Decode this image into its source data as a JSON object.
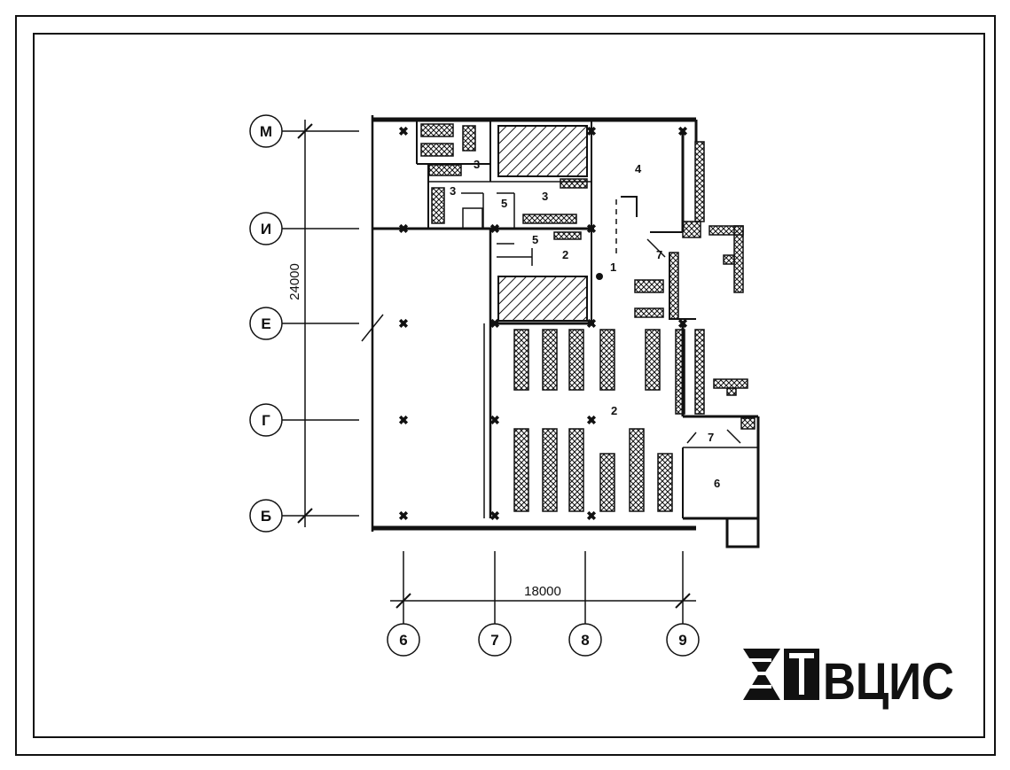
{
  "grid_axes": {
    "rows": [
      "М",
      "И",
      "Е",
      "Г",
      "Б"
    ],
    "columns": [
      "6",
      "7",
      "8",
      "9"
    ]
  },
  "dimensions": {
    "vertical": "24000",
    "horizontal": "18000"
  },
  "rooms": {
    "r1": "1",
    "r2a": "2",
    "r2b": "2",
    "r3a": "3",
    "r3b": "3",
    "r3c": "3",
    "r4": "4",
    "r5a": "5",
    "r5b": "5",
    "r6": "6",
    "r7a": "7",
    "r7b": "7"
  },
  "brand": {
    "name": "ВЦИС",
    "logo_icon": "tvuis-logo-icon"
  },
  "colors": {
    "ink": "#111111",
    "paper": "#ffffff"
  }
}
